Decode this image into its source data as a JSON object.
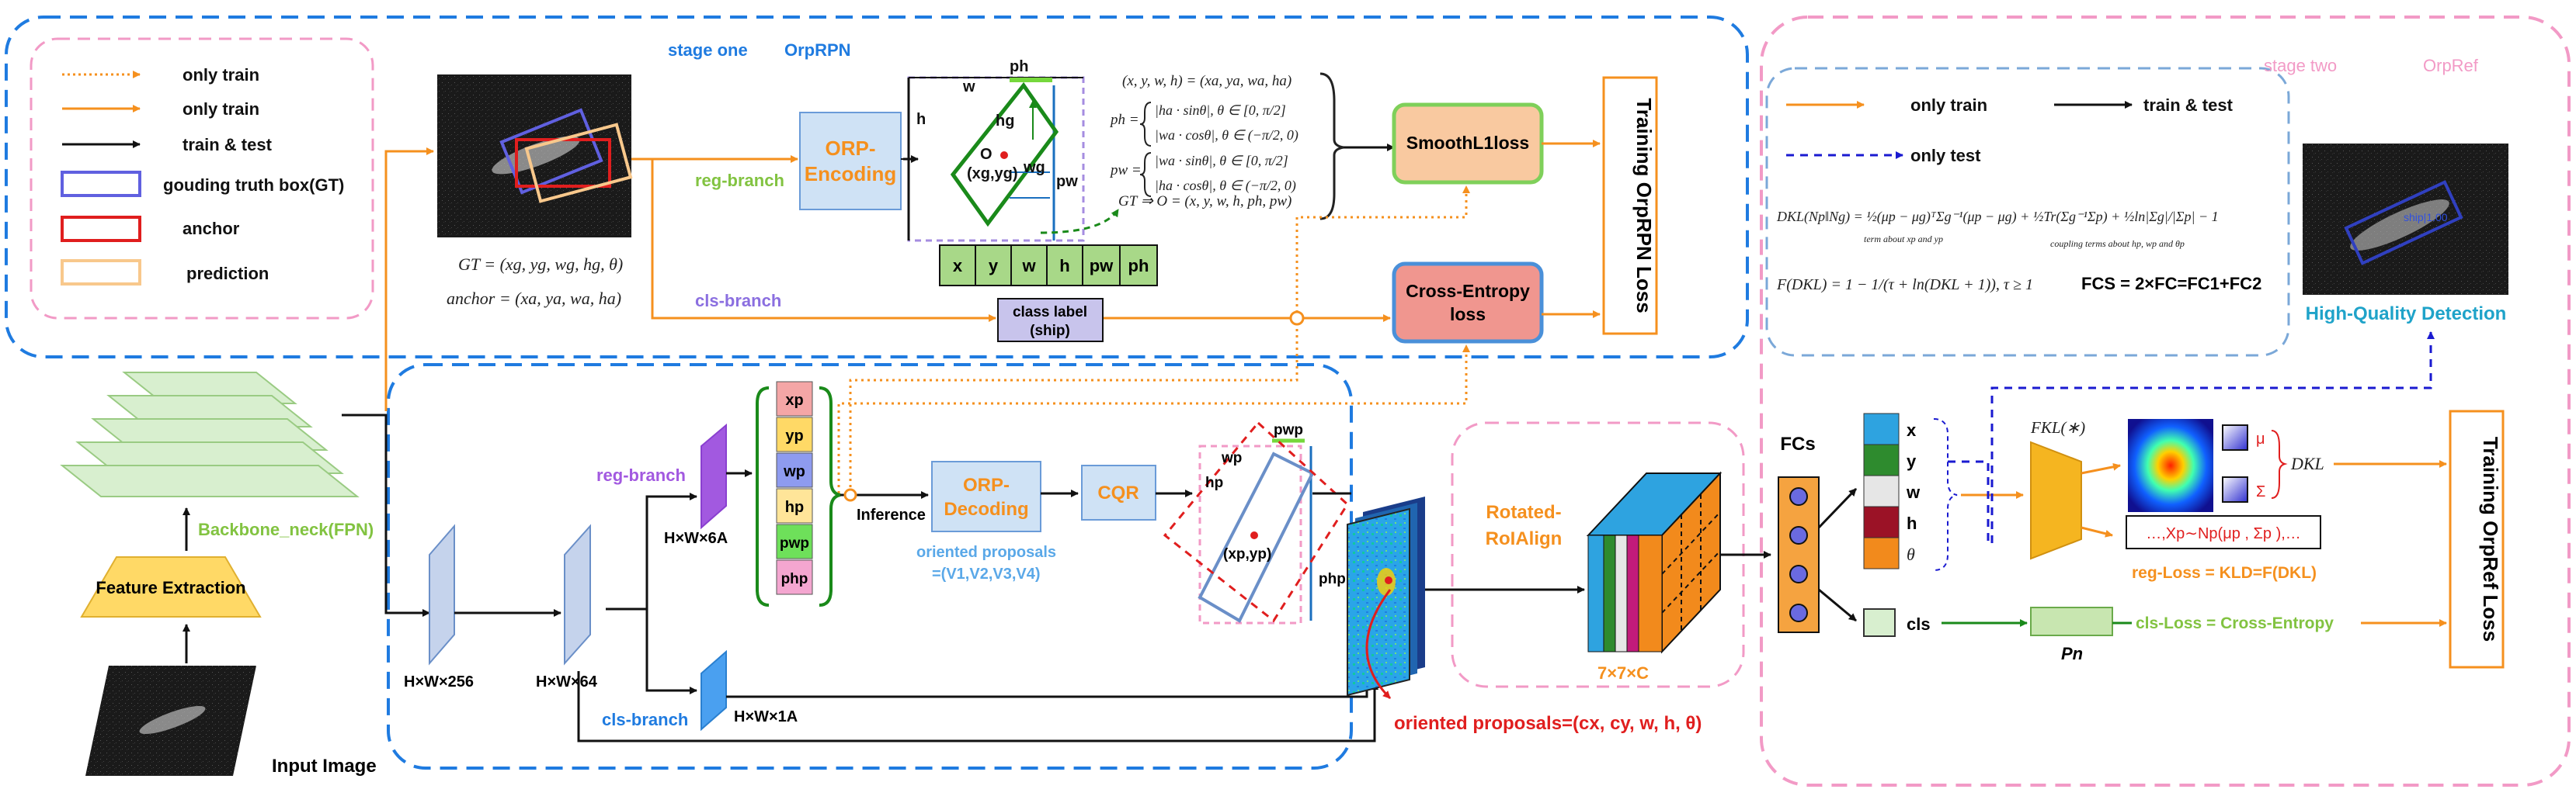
{
  "stage_one": {
    "title": "stage one",
    "name": "OrpRPN"
  },
  "stage_two": {
    "title": "stage two",
    "name": "OrpRef"
  },
  "legend": {
    "dotted_train": "only train",
    "solid_train": "only train",
    "train_test": "train & test",
    "gt_box": "gouding truth box(GT)",
    "anchor": "anchor",
    "prediction": "prediction"
  },
  "stage_one_formulas": {
    "gt": "GT = (xg, yg, wg, hg, θ)",
    "anchor": "anchor = (xa, ya, wa, ha)",
    "line1": "(x, y, w, h) = (xa, ya, wa, ha)",
    "ph_a": "|ha · sinθ|, θ ∈ [0, π/2]",
    "ph_b": "|wa · cosθ|, θ ∈ (−π/2, 0)",
    "pw_a": "|wa · sinθ|, θ ∈ [0, π/2]",
    "pw_b": "|ha · cosθ|, θ ∈ (−π/2, 0)",
    "ph_lhs": "ph =",
    "pw_lhs": "pw =",
    "map": "GT ⇒ O = (x, y, w, h, ph, pw)"
  },
  "rpn": {
    "reg_branch": "reg-branch",
    "cls_branch": "cls-branch",
    "encoding": [
      "ORP-",
      "Encoding"
    ],
    "encode_labels": {
      "w": "w",
      "h": "h",
      "ph": "ph",
      "pw": "pw",
      "hg": "hg",
      "wg": "wg",
      "center": "O",
      "center_sub": "(xg,yg)"
    },
    "targets": [
      "x",
      "y",
      "w",
      "h",
      "pw",
      "ph"
    ],
    "class_label": [
      "class label",
      "(ship)"
    ],
    "smoothl1": "SmoothL1loss",
    "ce_loss": [
      "Cross-Entropy",
      "loss"
    ],
    "training": "Training OrpRPN Loss"
  },
  "backbone": {
    "label": "Backbone_neck(FPN)",
    "feature_extraction": "Feature Extraction",
    "input": "Input Image"
  },
  "head": {
    "h256": "H×W×256",
    "h64": "H×W×64",
    "h6a": "H×W×6A",
    "h1a": "H×W×1A",
    "reg_branch": "reg-branch",
    "cls_branch": "cls-branch",
    "outputs": [
      "xp",
      "yp",
      "wp",
      "hp",
      "pwp",
      "php"
    ],
    "output_colors": [
      "#f4a6a6",
      "#ffd966",
      "#8e9bef",
      "#ffe599",
      "#6ee05a",
      "#f4a6d0"
    ],
    "inference": "Inference",
    "decoding": [
      "ORP-",
      "Decoding"
    ],
    "cqr": "CQR",
    "oriented_proposals_v": [
      "oriented proposals",
      "=(V1,V2,V3,V4)"
    ],
    "decode_labels": {
      "wp": "wp",
      "hp": "hp",
      "pwp": "pwp",
      "php": "php",
      "center": "(xp,yp)"
    },
    "oriented_proposals": "oriented proposals=(cx, cy, w, h, θ)"
  },
  "roi": {
    "label": [
      "Rotated-",
      "RoIAlign"
    ],
    "size": "7×7×C"
  },
  "stage_two_legend": {
    "only_train": "only train",
    "train_test": "train & test",
    "only_test": "only test"
  },
  "stage_two_formulas": {
    "dkl": "DKL(Np‖Ng) = ½(μp − μg)ᵀΣg⁻¹(μp − μg) + ½Tr(Σg⁻¹Σp) + ½ln|Σg|/|Σp| − 1",
    "dkl_note1": "term about xp and yp",
    "dkl_note2": "coupling terms about hp, wp and θp",
    "fdkl": "F(DKL) = 1 − 1/(τ + ln(DKL + 1)), τ ≥ 1",
    "fcs": "FCS = 2×FC=FC1+FC2"
  },
  "orpref": {
    "fcs": "FCs",
    "outputs": [
      "x",
      "y",
      "w",
      "h",
      "θ"
    ],
    "output_colors": [
      "#2ea3e0",
      "#2e8b2e",
      "#e6e6e6",
      "#9b1226",
      "#f28a1c"
    ],
    "cls": "cls",
    "fkl": "FKL(∗)",
    "mu": "μ",
    "sigma": "Σ",
    "dkl": "DKL",
    "sample": "…,Xp∼Np(μp , Σp ),…",
    "reg_loss": "reg-Loss = KLD=F(DKL)",
    "pn": "Pn",
    "cls_loss": "cls-Loss = Cross-Entropy",
    "training": "Training OrpRef Loss",
    "hq": "High-Quality Detection",
    "detect_score": "ship|1.00"
  },
  "colors": {
    "blue_dash": "#1f7be0",
    "pink_dash": "#f29ac6",
    "orange": "#f5901e",
    "green_text": "#82c341",
    "purple_text": "#8b6fe0",
    "red_text": "#e01e1e",
    "teal_text": "#1fa3c9"
  }
}
